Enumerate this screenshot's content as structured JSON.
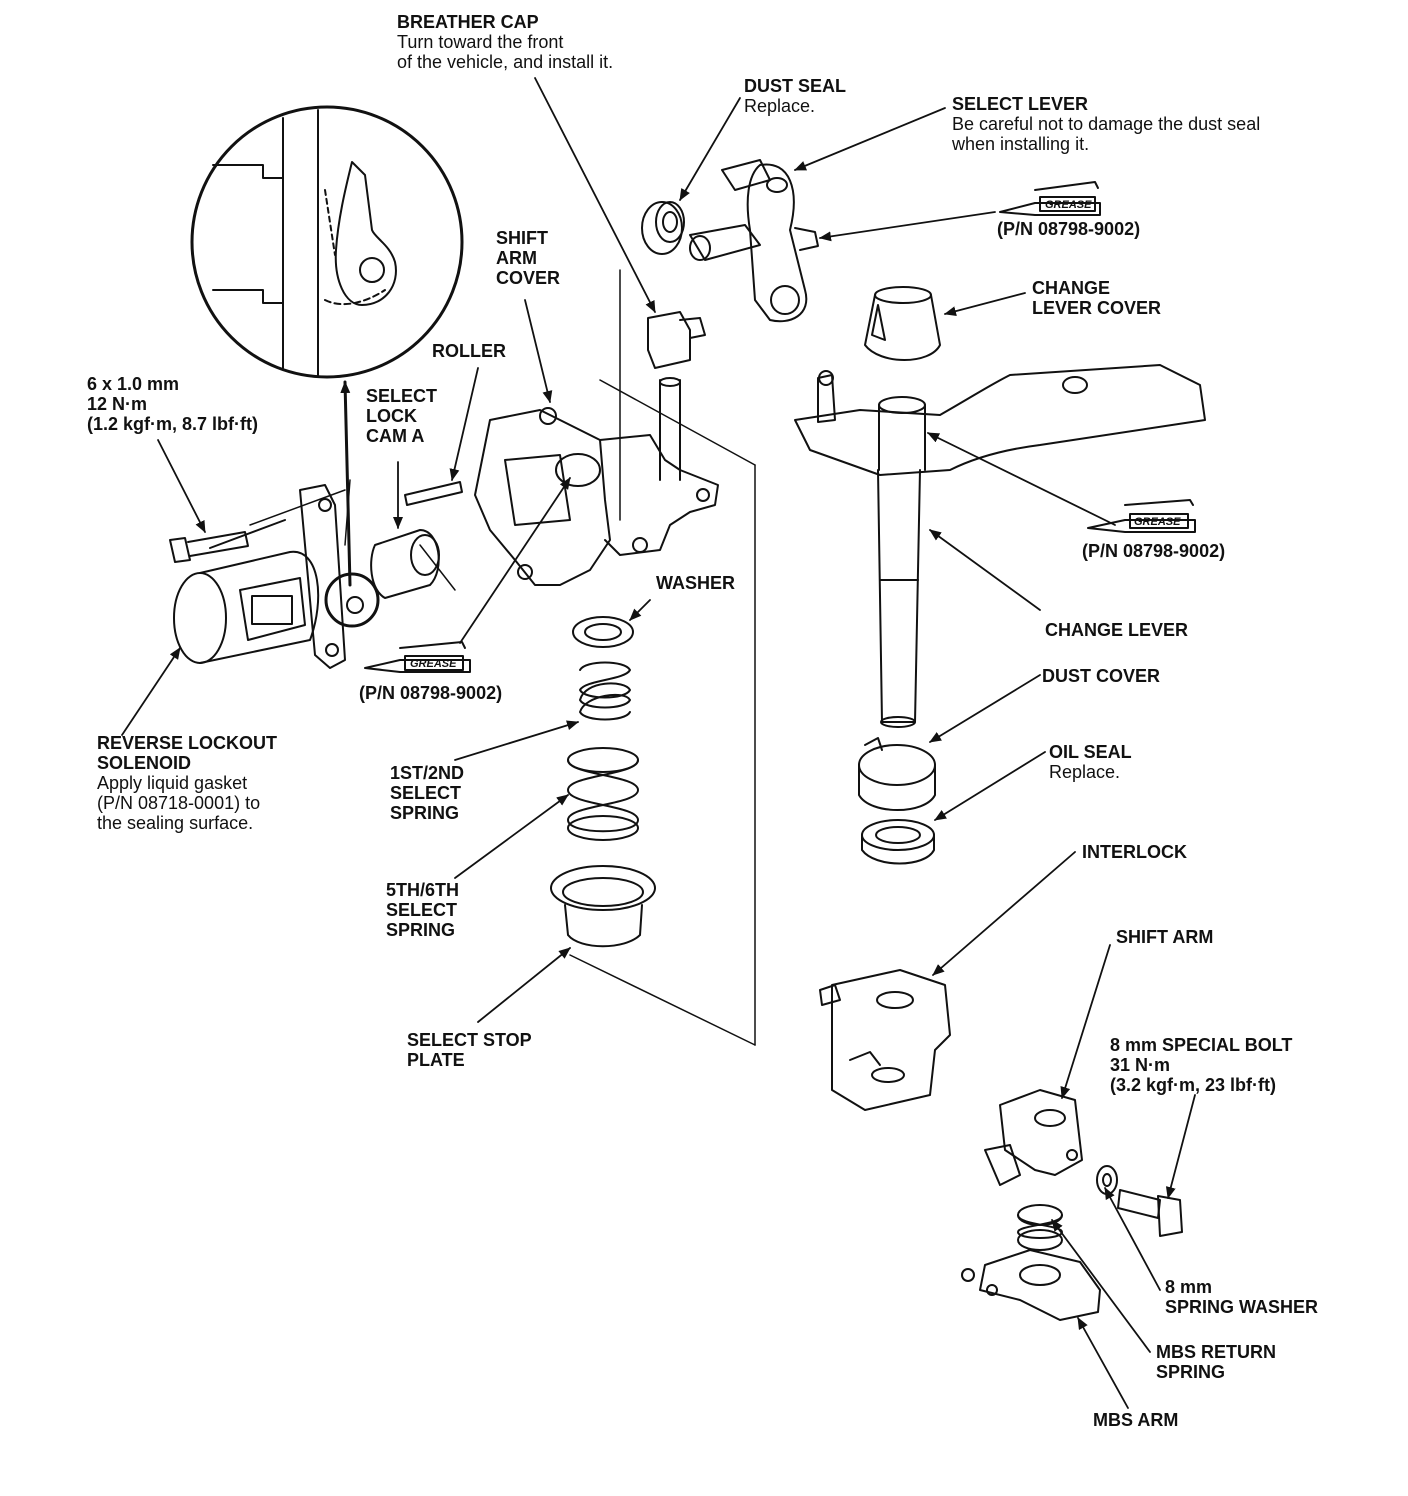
{
  "labels": {
    "breather_cap": {
      "title": "BREATHER CAP",
      "note1": "Turn toward the front",
      "note2": "of the vehicle, and install it."
    },
    "dust_seal": {
      "title": "DUST SEAL",
      "note": "Replace."
    },
    "select_lever": {
      "title": "SELECT LEVER",
      "note1": "Be careful not to damage the dust seal",
      "note2": "when installing it."
    },
    "shift_arm_cover": {
      "line1": "SHIFT",
      "line2": "ARM",
      "line3": "COVER"
    },
    "change_lever_cover": {
      "line1": "CHANGE",
      "line2": "LEVER COVER"
    },
    "roller": "ROLLER",
    "select_lock_cam": {
      "line1": "SELECT",
      "line2": "LOCK",
      "line3": "CAM A"
    },
    "bolt_spec": {
      "line1": "6 x 1.0 mm",
      "line2": "12 N·m",
      "line3": "(1.2 kgf·m, 8.7 lbf·ft)"
    },
    "washer": "WASHER",
    "change_lever": "CHANGE LEVER",
    "dust_cover": "DUST COVER",
    "oil_seal": {
      "title": "OIL SEAL",
      "note": "Replace."
    },
    "reverse_lockout": {
      "line1": "REVERSE LOCKOUT",
      "line2": "SOLENOID",
      "note1": "Apply liquid gasket",
      "note2": "(P/N 08718-0001) to",
      "note3": "the sealing surface."
    },
    "spring_1st2nd": {
      "line1": "1ST/2ND",
      "line2": "SELECT",
      "line3": "SPRING"
    },
    "spring_5th6th": {
      "line1": "5TH/6TH",
      "line2": "SELECT",
      "line3": "SPRING"
    },
    "interlock": "INTERLOCK",
    "shift_arm": "SHIFT ARM",
    "select_stop_plate": {
      "line1": "SELECT STOP",
      "line2": "PLATE"
    },
    "special_bolt": {
      "line1": "8 mm SPECIAL BOLT",
      "line2": "31 N·m",
      "line3": "(3.2 kgf·m, 23 lbf·ft)"
    },
    "spring_washer": {
      "line1": "8 mm",
      "line2": "SPRING WASHER"
    },
    "mbs_return_spring": {
      "line1": "MBS RETURN",
      "line2": "SPRING"
    },
    "mbs_arm": "MBS ARM"
  },
  "grease": {
    "word": "GREASE",
    "pn_top": "(P/N 08798-9002)",
    "pn_mid": "(P/N 08798-9002)",
    "pn_left": "(P/N 08798-9002)"
  }
}
